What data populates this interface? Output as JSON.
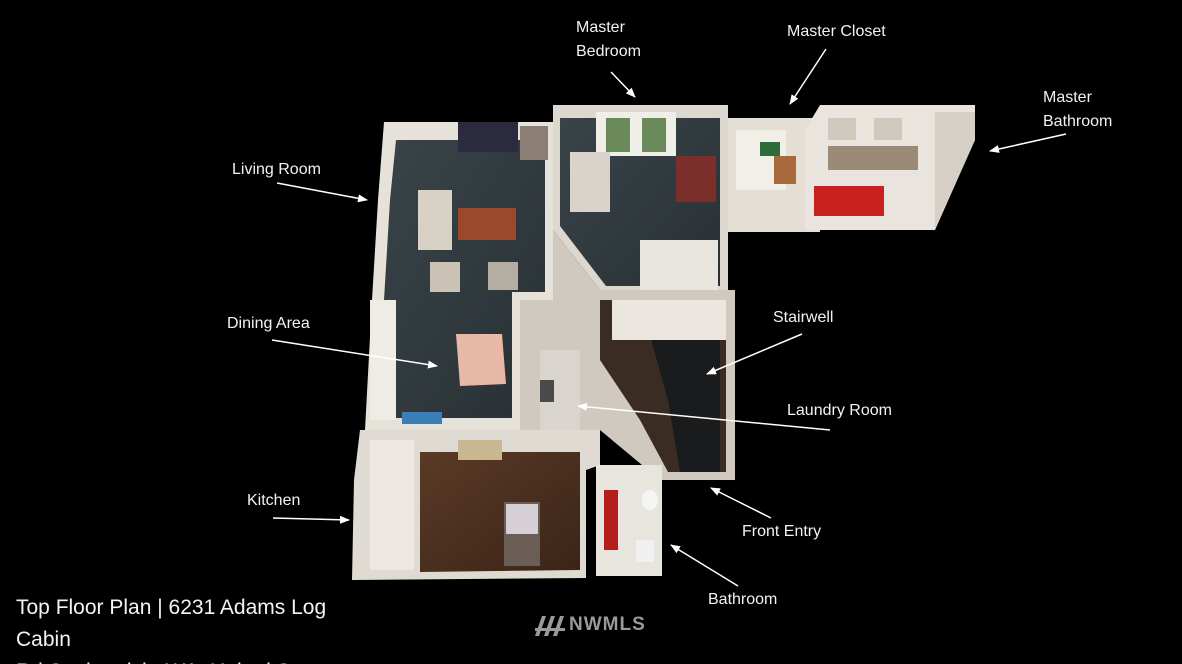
{
  "labels": {
    "master_bedroom_line1": "Master",
    "master_bedroom_line2": "Bedroom",
    "master_closet": "Master Closet",
    "master_bathroom_line1": "Master",
    "master_bathroom_line2": "Bathroom",
    "living_room": "Living Room",
    "dining_area": "Dining Area",
    "stairwell": "Stairwell",
    "laundry_room": "Laundry Room",
    "kitchen": "Kitchen",
    "front_entry": "Front Entry",
    "bathroom": "Bathroom"
  },
  "caption": {
    "line1": "Top Floor Plan | 6231 Adams Log Cabin",
    "line2": "Rd Snohomish, WA, United States"
  },
  "watermark": {
    "text": "NWMLS"
  },
  "colors": {
    "background": "#000000",
    "label_text": "#f2f2f2",
    "arrow": "#ffffff"
  }
}
